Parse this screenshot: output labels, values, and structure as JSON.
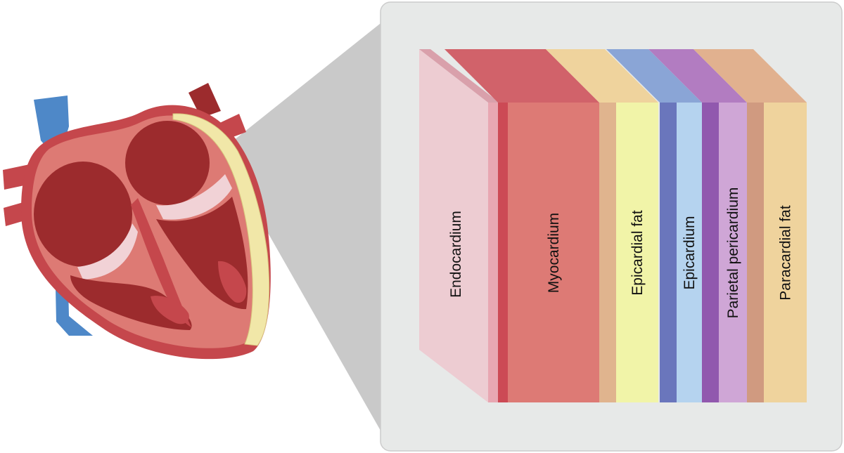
{
  "layers": [
    {
      "id": "endocardium",
      "label": "Endocardium",
      "front_color": "#edccd2",
      "side_color": "#e8a7b2",
      "top_color": "#d9a0ab"
    },
    {
      "id": "myocardium",
      "label": "Myocardium",
      "front_color": "#dd7a75",
      "side_color": "#cc4a55",
      "top_color": "#d1626a"
    },
    {
      "id": "epicardial-fat",
      "label": "Epicardial fat",
      "front_color": "#f1f4a8",
      "side_color": "#e0b48e",
      "top_color": "#efd39d"
    },
    {
      "id": "epicardium",
      "label": "Epicardium",
      "front_color": "#b5d3ef",
      "side_color": "#6a76bc",
      "top_color": "#8aa5d6"
    },
    {
      "id": "parietal-pericardium",
      "label": "Parietal pericardium",
      "front_color": "#cfa6d6",
      "side_color": "#9158ae",
      "top_color": "#b27cc1"
    },
    {
      "id": "paracardial-fat",
      "label": "Paracardial fat",
      "front_color": "#efd39d",
      "side_color": "#d09a80",
      "top_color": "#e1b18f"
    }
  ],
  "colors": {
    "panel": "#e7e9e8",
    "panel_border": "#c9c9c9",
    "zoom_wedge": "#c9c9c9",
    "heart_outer": "#c5474c",
    "heart_wall": "#dd7a74",
    "heart_chamber": "#9c2b2d",
    "valve_tissue": "#f1d2d6",
    "vessel_blue": "#4e88c8",
    "fat": "#f1e7a8"
  }
}
